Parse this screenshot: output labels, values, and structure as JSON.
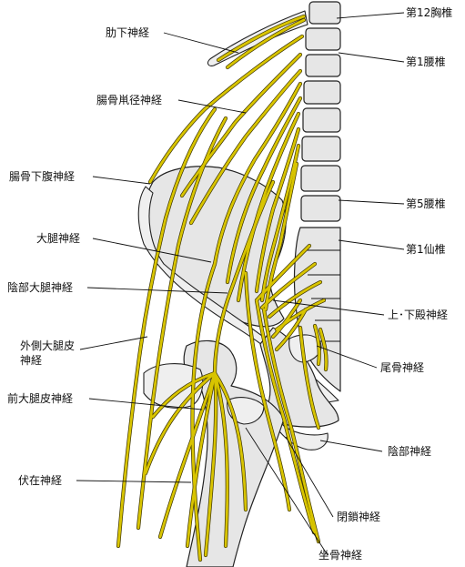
{
  "labels": {
    "t12": "第12胸椎",
    "l1": "第1腰椎",
    "l5": "第5腰椎",
    "s1": "第1仙椎",
    "subcostal": "肋下神経",
    "ilioinguinal": "腸骨鼡径神経",
    "iliohypogastric": "腸骨下腹神経",
    "femoral": "大腿神経",
    "genitofemoral": "陰部大腿神経",
    "lateral_femoral_cutaneous_1": "外側大腿皮",
    "lateral_femoral_cutaneous_2": "神経",
    "anterior_femoral_cutaneous": "前大腿皮神経",
    "saphenous": "伏在神経",
    "gluteal": "上･下殿神経",
    "coccygeal": "尾骨神経",
    "pudendal": "陰部神経",
    "obturator": "閉鎖神経",
    "sciatic": "坐骨神経"
  },
  "colors": {
    "nerve": "#d8c400",
    "nerve_outline": "#3a3200",
    "bone_fill": "#e6e6e6",
    "outline": "#222222"
  }
}
